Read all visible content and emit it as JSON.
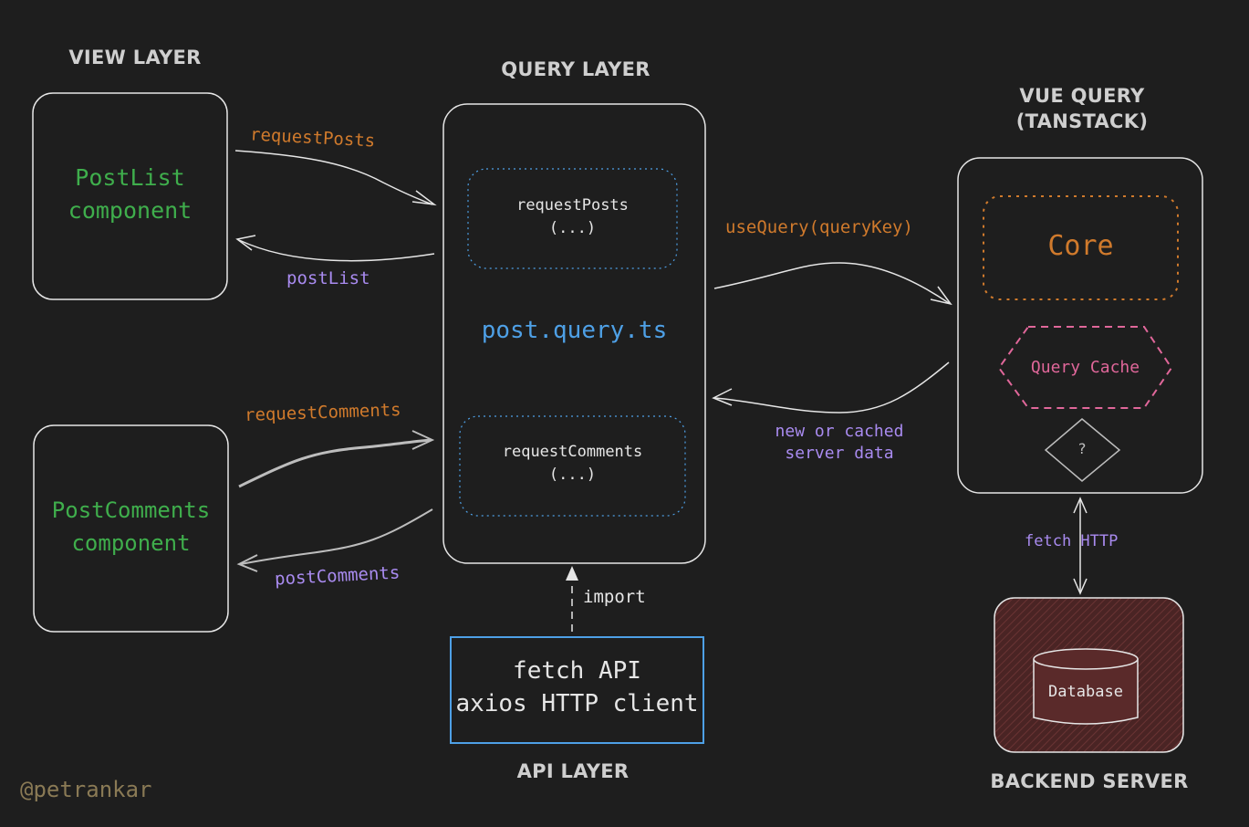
{
  "headings": {
    "view_layer": "VIEW LAYER",
    "query_layer": "QUERY LAYER",
    "vue_query_line1": "VUE QUERY",
    "vue_query_line2": "(TANSTACK)",
    "api_layer": "API LAYER",
    "backend_server": "BACKEND SERVER"
  },
  "view_layer": {
    "postlist_line1": "PostList",
    "postlist_line2": "component",
    "postcomments_line1": "PostComments",
    "postcomments_line2": "component"
  },
  "query_layer": {
    "request_posts_line1": "requestPosts",
    "request_posts_line2": "(...)",
    "file_name": "post.query.ts",
    "request_comments_line1": "requestComments",
    "request_comments_line2": "(...)"
  },
  "vue_query": {
    "core": "Core",
    "query_cache": "Query Cache",
    "decision": "?"
  },
  "api_layer": {
    "line1": "fetch API",
    "line2": "axios HTTP client"
  },
  "backend": {
    "database": "Database"
  },
  "arrows": {
    "request_posts": "requestPosts",
    "post_list": "postList",
    "request_comments": "requestComments",
    "post_comments": "postComments",
    "use_query": "useQuery(queryKey)",
    "server_data_line1": "new or cached",
    "server_data_line2": "server data",
    "import": "import",
    "fetch_http": "fetch HTTP"
  },
  "signature": "@petrankar",
  "colors": {
    "background": "#1e1e1e",
    "stroke": "#e6e6e6",
    "orange": "#d07a2c",
    "purple": "#a98bf0",
    "green": "#3fae4c",
    "blue": "#4ea0e6",
    "pink": "#e0679a",
    "database_fill": "#5a2a2a"
  }
}
